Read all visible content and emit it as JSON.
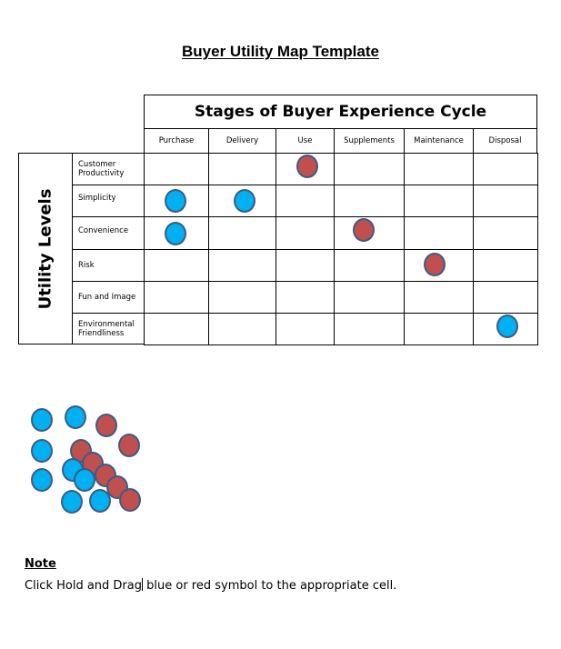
{
  "title": "Buyer Utility Map Template",
  "table": {
    "header_title": "Stages of Buyer Experience Cycle",
    "side_label": "Utility Levels",
    "columns": [
      "Purchase",
      "Delivery",
      "Use",
      "Supplements",
      "Maintenance",
      "Disposal"
    ],
    "rows": [
      "Customer Productivity",
      "Simplicity",
      "Convenience",
      "Risk",
      "Fun and Image",
      "Environmental Friendliness"
    ],
    "placed_symbols": [
      {
        "row": "Customer Productivity",
        "column": "Use",
        "color": "red"
      },
      {
        "row": "Simplicity",
        "column": "Purchase",
        "color": "blue"
      },
      {
        "row": "Simplicity",
        "column": "Delivery",
        "color": "blue"
      },
      {
        "row": "Convenience",
        "column": "Purchase",
        "color": "blue"
      },
      {
        "row": "Convenience",
        "column": "Supplements",
        "color": "red"
      },
      {
        "row": "Risk",
        "column": "Maintenance",
        "color": "red"
      },
      {
        "row": "Environmental Friendliness",
        "column": "Disposal",
        "color": "blue"
      }
    ]
  },
  "palette": {
    "blue_symbol": "#00b0f0",
    "red_symbol": "#c0504d",
    "symbol_border": "#3d5b86"
  },
  "symbol_pool": {
    "blue_count": 9,
    "red_count": 8
  },
  "note": {
    "heading": "Note",
    "text_before_cursor": "Click Hold and Drag",
    "text_after_cursor": " blue or red symbol to the appropriate cell."
  }
}
